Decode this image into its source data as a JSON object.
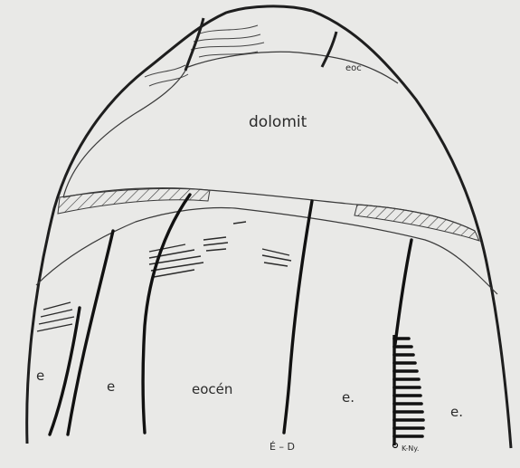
{
  "labels": {
    "dolomite": "dolomit",
    "eocene_top": "eoc",
    "eocene": "eocén",
    "e_left": "e",
    "e_second": "e",
    "e_right_mid": "e.",
    "e_right": "e.",
    "fault_ed": "É – D",
    "fault_kny": "K-Ny."
  }
}
